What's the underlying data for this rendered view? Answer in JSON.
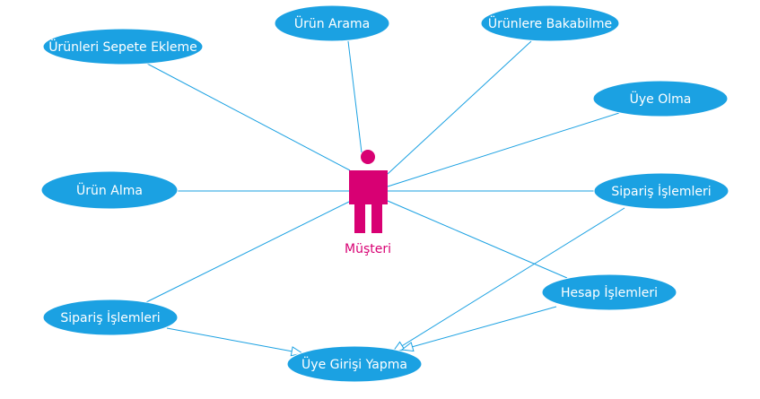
{
  "diagram": {
    "actor": {
      "label": "Müşteri",
      "color": "#d80073"
    },
    "use_case_color": "#1ba1e2",
    "use_cases": [
      {
        "id": "uc1",
        "label": "Ürün Arama"
      },
      {
        "id": "uc2",
        "label": "Ürünlere Bakabilme"
      },
      {
        "id": "uc3",
        "label": "Ürünleri Sepete Ekleme"
      },
      {
        "id": "uc4",
        "label": "Üye Olma"
      },
      {
        "id": "uc5",
        "label": "Ürün Alma"
      },
      {
        "id": "uc6",
        "label": "Sipariş İşlemleri"
      },
      {
        "id": "uc7",
        "label": "Hesap İşlemleri"
      },
      {
        "id": "uc8",
        "label": "Sipariş İşlemleri"
      },
      {
        "id": "uc9",
        "label": "Üye Girişi Yapma"
      }
    ],
    "associations": [
      "uc1",
      "uc2",
      "uc3",
      "uc4",
      "uc5",
      "uc6",
      "uc7",
      "uc8"
    ],
    "dependencies": [
      {
        "from": "uc8",
        "to": "uc9"
      },
      {
        "from": "uc6",
        "to": "uc9"
      },
      {
        "from": "uc7",
        "to": "uc9"
      }
    ]
  }
}
